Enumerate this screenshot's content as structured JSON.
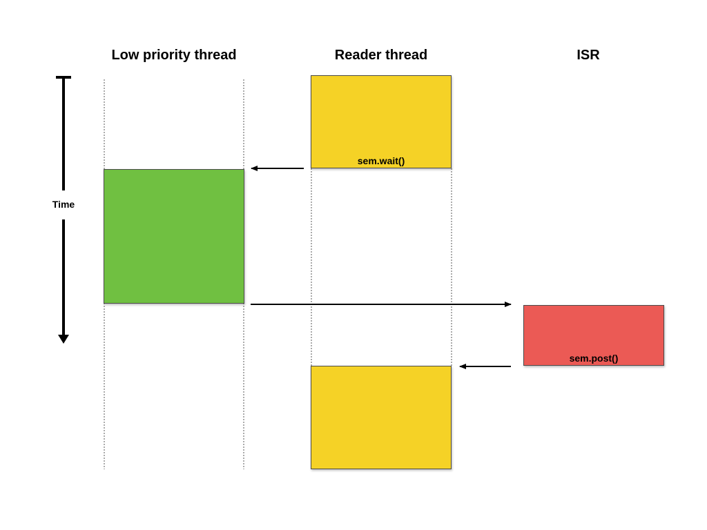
{
  "columns": {
    "low_priority": "Low priority thread",
    "reader": "Reader thread",
    "isr": "ISR"
  },
  "time_axis": {
    "label": "Time"
  },
  "blocks": {
    "reader_top_label": "sem.wait()",
    "isr_label": "sem.post()"
  },
  "colors": {
    "reader": "#f5d226",
    "low_priority": "#70c041",
    "isr": "#eb5a55",
    "line": "#000000"
  }
}
